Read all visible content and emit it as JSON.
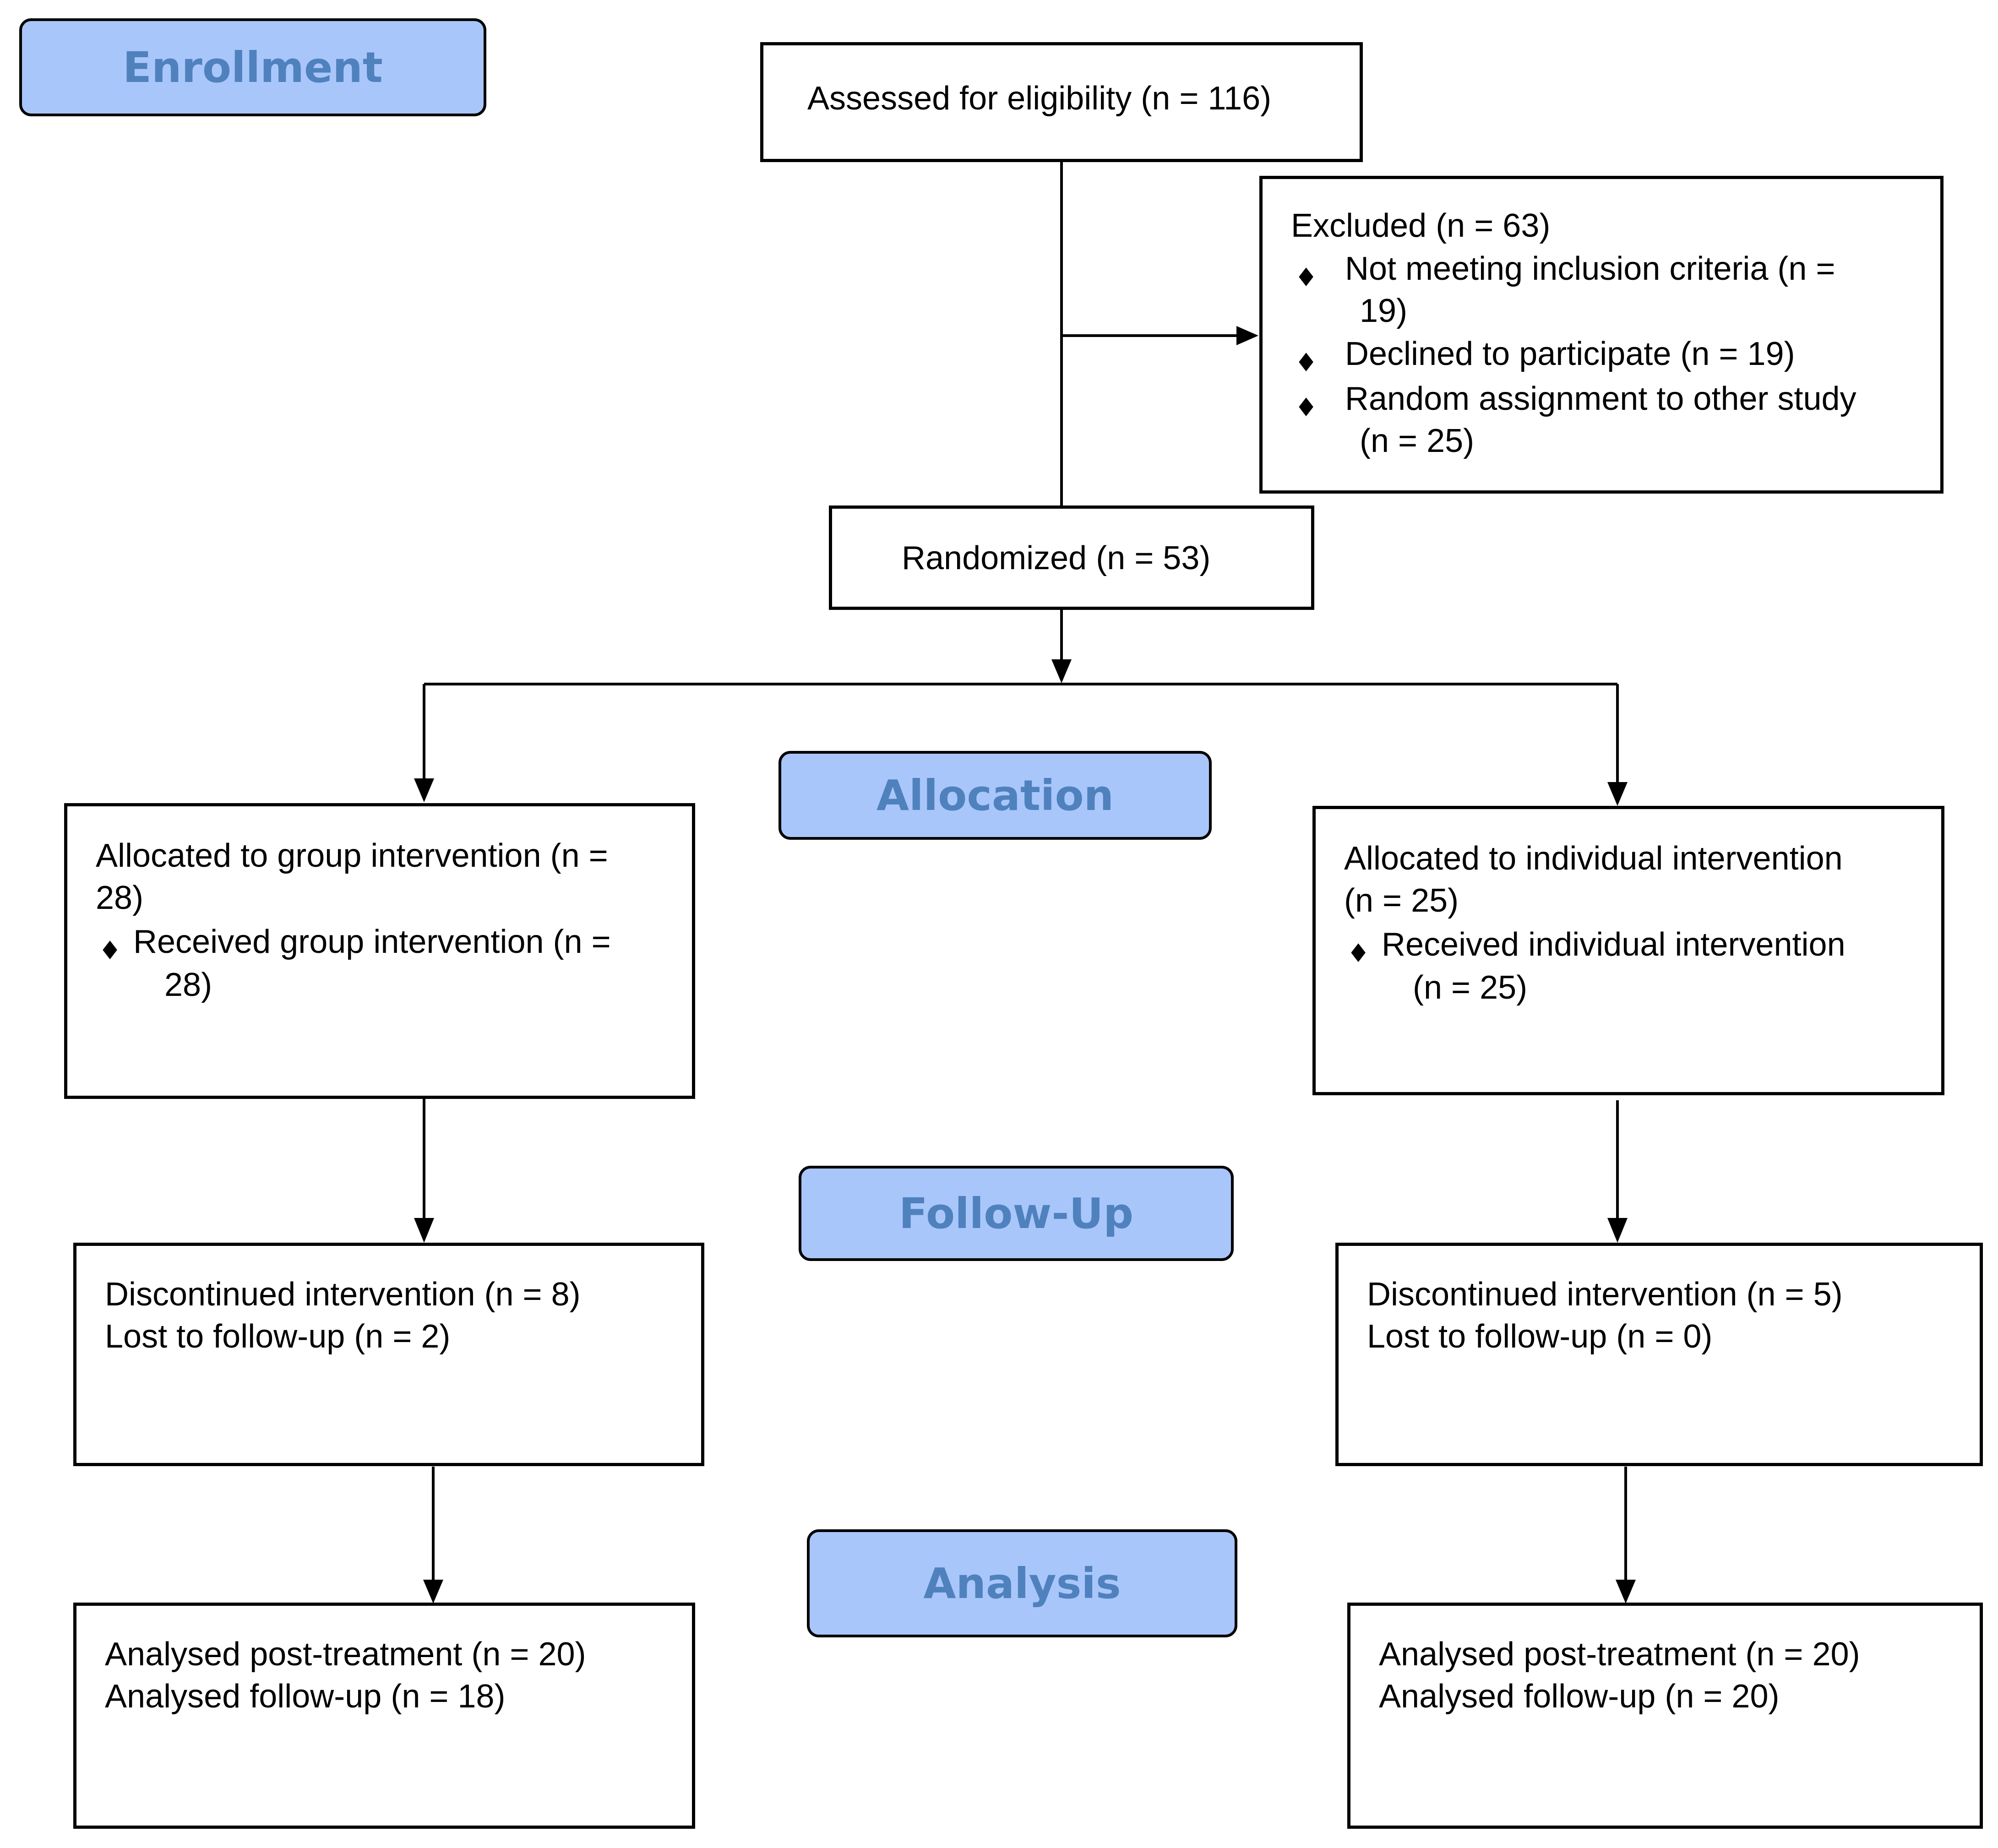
{
  "stages": {
    "enrollment": "Enrollment",
    "allocation": "Allocation",
    "follow_up": "Follow-Up",
    "analysis": "Analysis"
  },
  "boxes": {
    "assessed": "Assessed for eligibility (n = 116)",
    "excluded": {
      "title": "Excluded (n = 63)",
      "items": [
        {
          "line1": "Not meeting inclusion criteria (n =",
          "line2": "19)"
        },
        {
          "line1": "Declined to participate (n = 19)"
        },
        {
          "line1": "Random assignment to other study",
          "line2": "(n = 25)"
        }
      ]
    },
    "randomized": "Randomized (n = 53)",
    "group_alloc": {
      "line1": "Allocated to group intervention (n =",
      "line2": "28)",
      "bullet_line1": "Received group intervention (n =",
      "bullet_line2": "28)"
    },
    "indiv_alloc": {
      "line1": "Allocated to individual intervention",
      "line2": "(n = 25)",
      "bullet_line1": "Received individual intervention",
      "bullet_line2": "(n = 25)"
    },
    "group_followup": {
      "line1": "Discontinued intervention (n = 8)",
      "line2": "Lost to follow-up (n = 2)"
    },
    "indiv_followup": {
      "line1": "Discontinued intervention (n = 5)",
      "line2": "Lost to follow-up (n = 0)"
    },
    "group_analysis": {
      "line1": "Analysed post-treatment (n = 20)",
      "line2": "Analysed follow-up (n = 18)"
    },
    "indiv_analysis": {
      "line1": "Analysed post-treatment (n = 20)",
      "line2": "Analysed follow-up (n = 20)"
    }
  },
  "bullet_glyph": "♦",
  "colors": {
    "stage_fill": "#a9c6fb",
    "stage_text": "#4f81bd",
    "line": "#000000"
  }
}
